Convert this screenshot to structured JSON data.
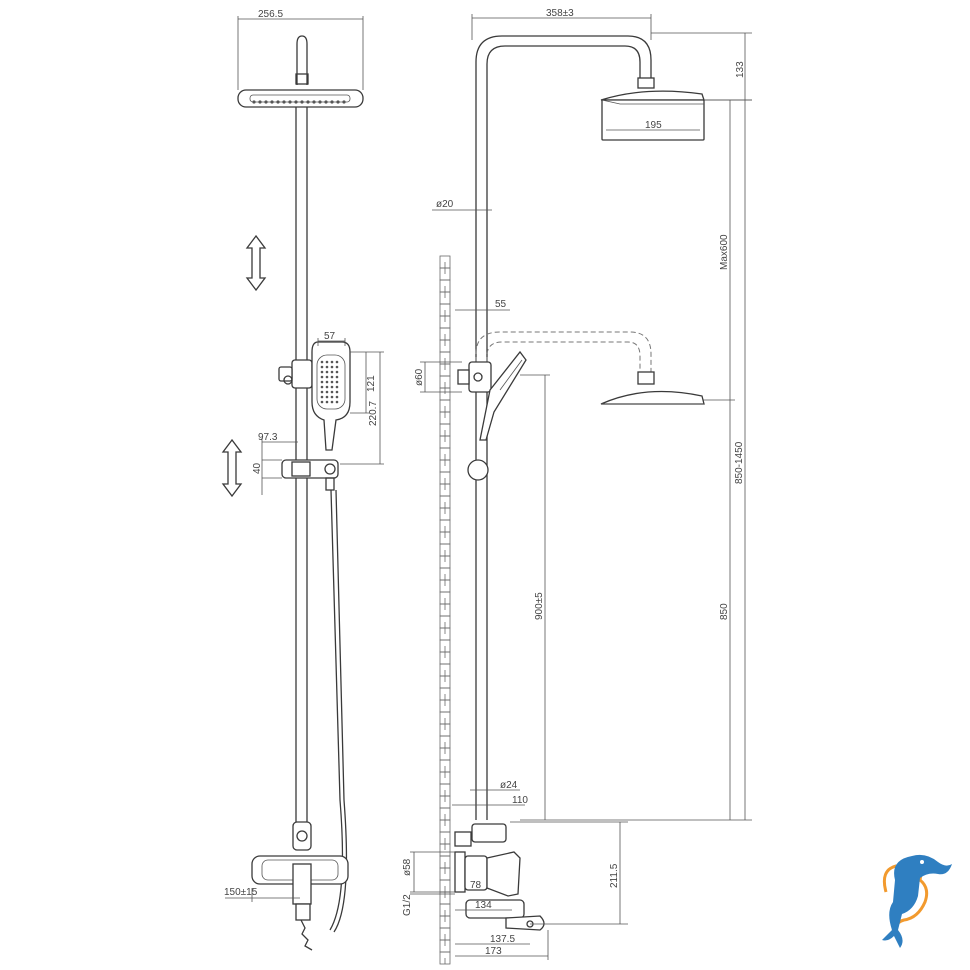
{
  "dimensions": {
    "front_head_width": "256.5",
    "side_arm_length": "358±3",
    "head_offset": "133",
    "head_diameter": "195",
    "rail_diameter": "ø20",
    "handshower_width": "57",
    "handshower_height": "121",
    "handshower_total": "220.7",
    "holder_offset": "97.3",
    "holder_height": "40",
    "wall_offset": "55",
    "holder_diameter": "ø60",
    "max_adjust": "Max600",
    "adjust_range": "850-1450",
    "min_height": "850",
    "slider_height": "900±5",
    "pipe_diameter": "ø24",
    "pipe_offset": "110",
    "mixer_height": "211.5",
    "flange_diameter": "ø58",
    "spout_depth": "78",
    "thread": "G1/2",
    "mixer_depth": "134",
    "spout_reach": "137.5",
    "total_depth": "173",
    "center_distance": "150±15"
  },
  "logo": {
    "name": "dolphin-logo",
    "colors": [
      "#2f7fc1",
      "#f29a2e"
    ]
  }
}
